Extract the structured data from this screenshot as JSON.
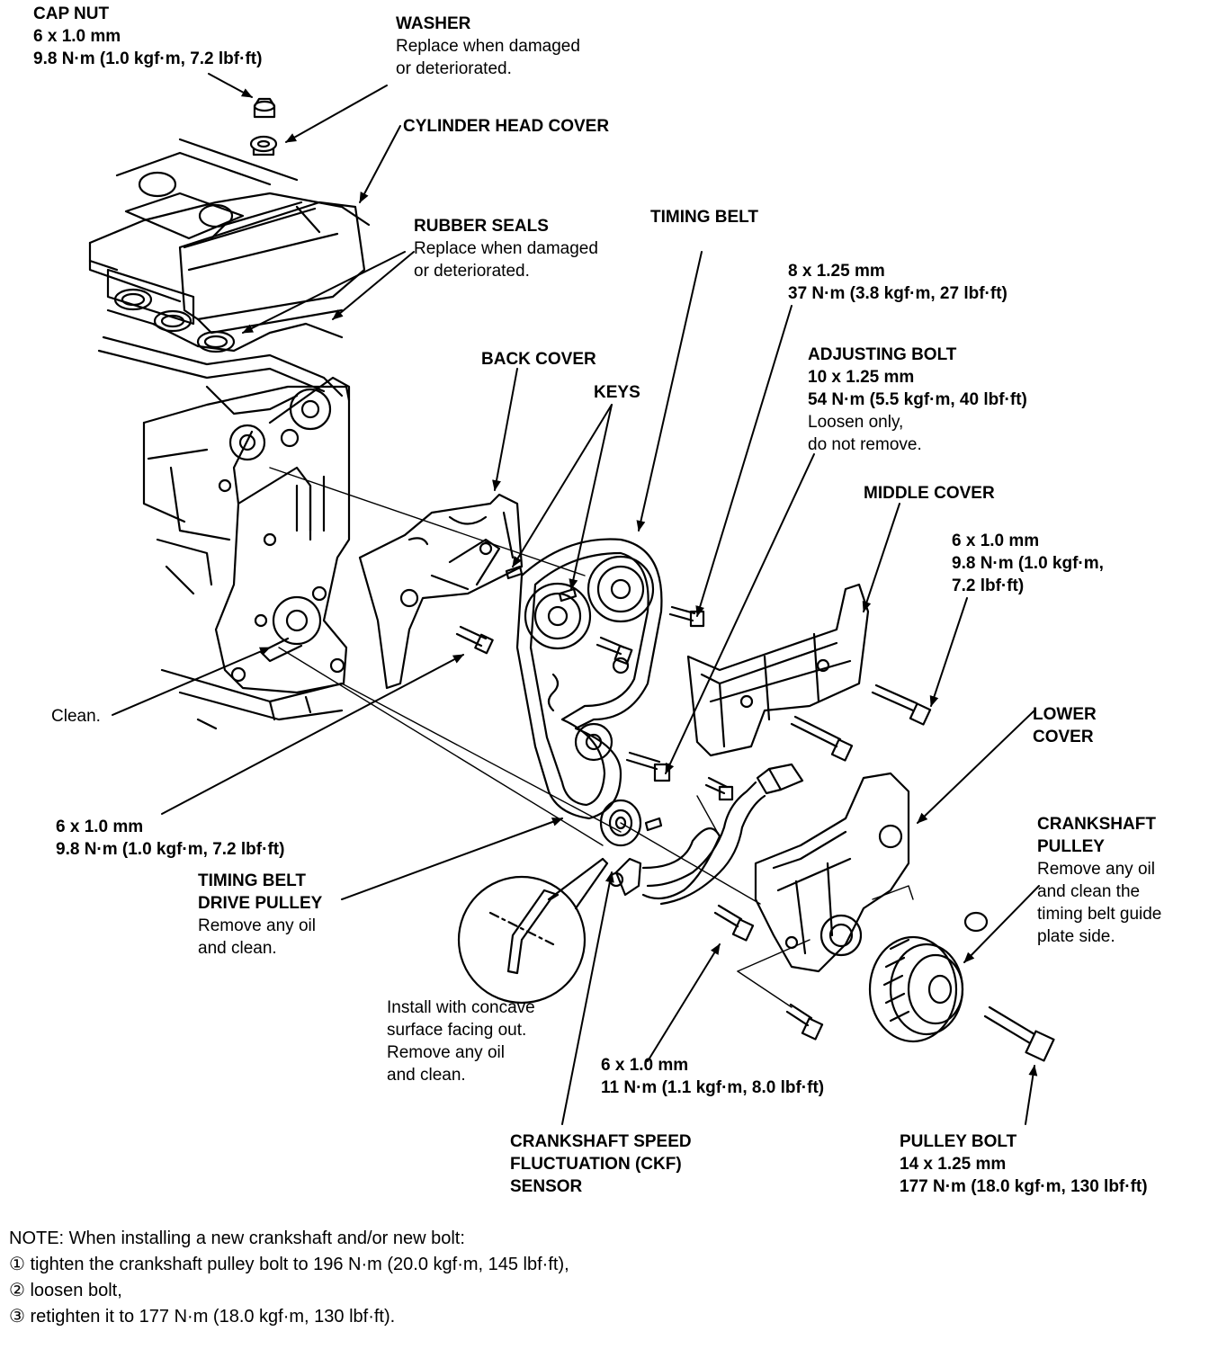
{
  "labels": {
    "cap_nut": {
      "title": "CAP NUT",
      "lines": [
        "6 x 1.0 mm",
        "9.8 N·m (1.0 kgf·m, 7.2 lbf·ft)"
      ]
    },
    "washer": {
      "title": "WASHER",
      "lines": [
        "Replace when damaged",
        "or deteriorated."
      ]
    },
    "cylinder_head_cover": {
      "title": "CYLINDER HEAD COVER"
    },
    "rubber_seals": {
      "title": "RUBBER SEALS",
      "lines": [
        "Replace when damaged",
        "or deteriorated."
      ]
    },
    "timing_belt": {
      "title": "TIMING BELT"
    },
    "bolt_8x125": {
      "lines": [
        "8 x 1.25 mm",
        "37 N·m (3.8 kgf·m, 27 lbf·ft)"
      ]
    },
    "back_cover": {
      "title": "BACK COVER"
    },
    "keys": {
      "title": "KEYS"
    },
    "adjusting_bolt": {
      "title": "ADJUSTING BOLT",
      "bold_lines": [
        "10 x 1.25 mm",
        "54 N·m (5.5 kgf·m, 40 lbf·ft)"
      ],
      "lines": [
        "Loosen only,",
        "do not remove."
      ]
    },
    "middle_cover": {
      "title": "MIDDLE COVER"
    },
    "bolt_6x10_middle": {
      "lines": [
        "6 x 1.0 mm",
        "9.8 N·m (1.0 kgf·m,",
        "7.2 lbf·ft)"
      ]
    },
    "lower_cover": {
      "lines": [
        "LOWER",
        "COVER"
      ]
    },
    "clean": {
      "text": "Clean."
    },
    "bolt_6x10_back": {
      "lines": [
        "6 x 1.0 mm",
        "9.8 N·m (1.0 kgf·m, 7.2 lbf·ft)"
      ]
    },
    "crankshaft_pulley": {
      "title_lines": [
        "CRANKSHAFT",
        "PULLEY"
      ],
      "lines": [
        "Remove any oil",
        "and clean the",
        "timing belt guide",
        "plate side."
      ]
    },
    "timing_belt_drive_pulley": {
      "title_lines": [
        "TIMING BELT",
        "DRIVE PULLEY"
      ],
      "lines": [
        "Remove any oil",
        "and clean."
      ]
    },
    "install_note": {
      "lines": [
        "Install with concave",
        "surface facing out.",
        "Remove any oil",
        "and clean."
      ]
    },
    "bolt_6x10_lower": {
      "lines": [
        "6 x 1.0 mm",
        "11 N·m (1.1 kgf·m, 8.0 lbf·ft)"
      ]
    },
    "ckf_sensor": {
      "lines": [
        "CRANKSHAFT SPEED",
        "FLUCTUATION (CKF)",
        "SENSOR"
      ]
    },
    "pulley_bolt": {
      "title": "PULLEY BOLT",
      "lines": [
        "14 x 1.25 mm",
        "177 N·m (18.0 kgf·m, 130 lbf·ft)"
      ]
    }
  },
  "note": {
    "heading": "NOTE:  When installing a new crankshaft and/or new bolt:",
    "steps": [
      "① tighten the crankshaft pulley bolt to 196 N·m (20.0 kgf·m, 145 lbf·ft),",
      "② loosen bolt,",
      "③ retighten it to 177 N·m (18.0 kgf·m, 130 lbf·ft)."
    ]
  }
}
